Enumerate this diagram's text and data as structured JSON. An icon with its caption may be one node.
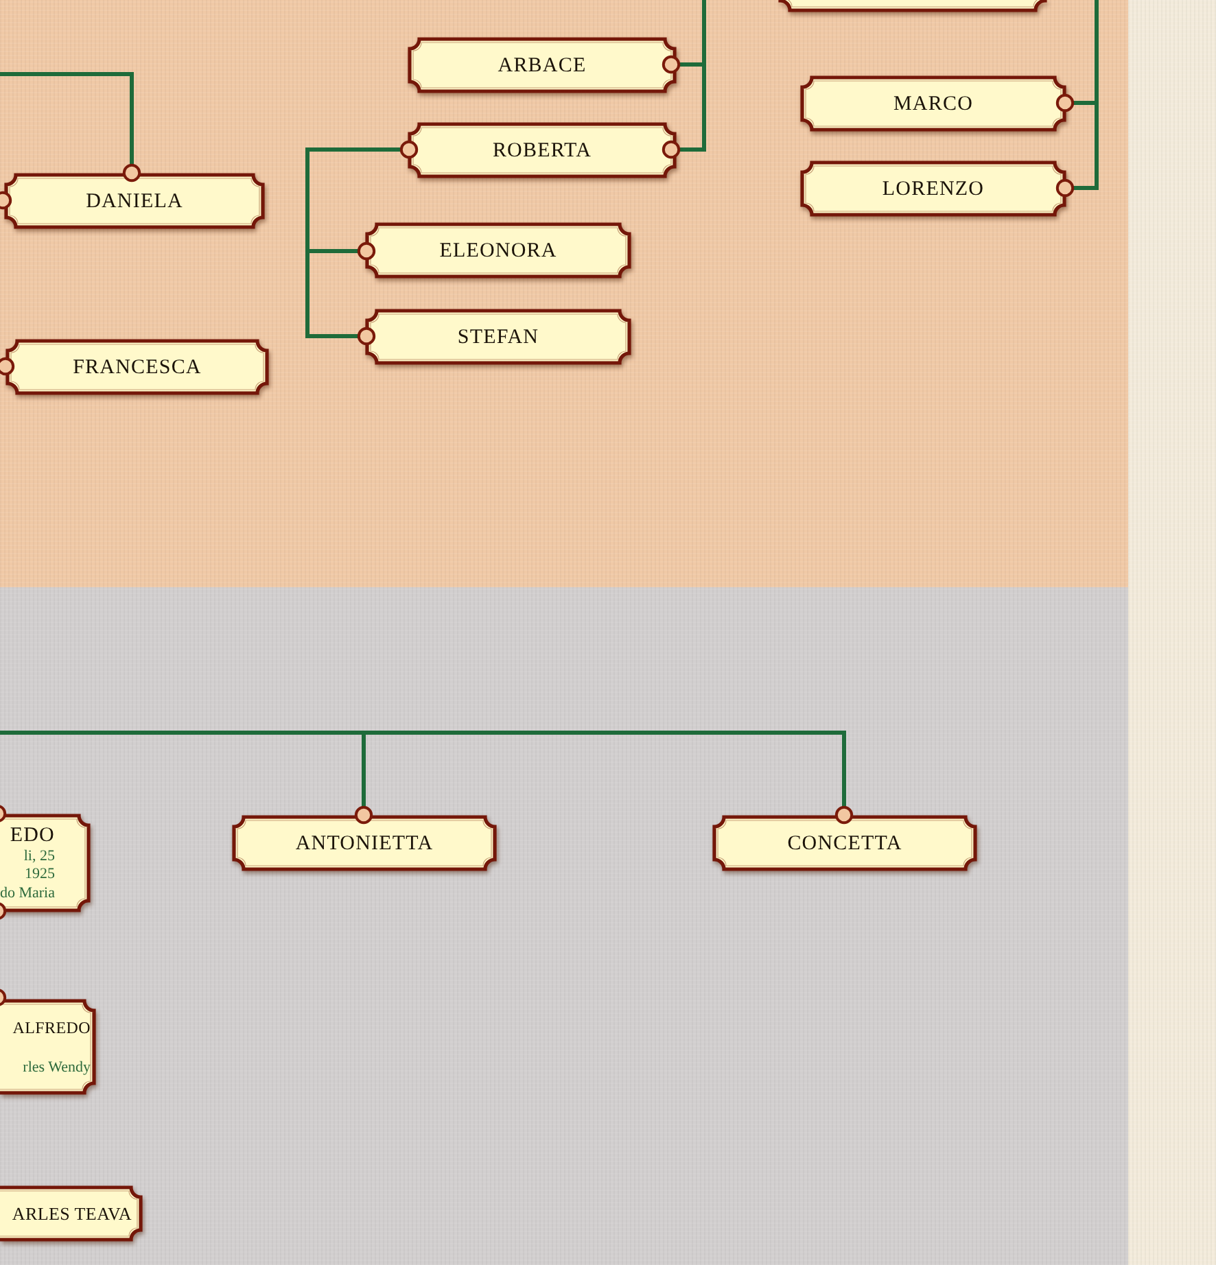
{
  "diagram": {
    "nodes": [
      {
        "text": [],
        "shape": "box"
      },
      {
        "text": [
          "ARBACE"
        ]
      },
      {
        "text": [
          "MARCO"
        ]
      },
      {
        "text": [
          "ROBERTA"
        ]
      },
      {
        "text": [
          "DANIELA"
        ]
      },
      {
        "text": [
          "LORENZO"
        ]
      },
      {
        "text": [
          "ELEONORA"
        ]
      },
      {
        "text": [
          "STEFAN"
        ]
      },
      {
        "text": [
          "FRANCESCA"
        ]
      },
      {
        "text": [
          "EDO",
          "li, 25",
          "1925",
          "do Maria"
        ]
      },
      {
        "text": [
          "ANTONIETTA"
        ]
      },
      {
        "text": [
          "CONCETTA"
        ]
      },
      {
        "text": [
          "ALFREDO",
          "rles Wendy"
        ]
      },
      {
        "text": [
          "ARLES TEAVA"
        ]
      }
    ],
    "edges": [
      {
        "from": null,
        "to": 4,
        "arrow": "none"
      },
      {
        "from": null,
        "to": 1,
        "arrow": "none"
      },
      {
        "from": null,
        "to": 3,
        "arrow": "none"
      },
      {
        "from": 3,
        "to": 6,
        "arrow": "none"
      },
      {
        "from": 3,
        "to": 7,
        "arrow": "none"
      },
      {
        "from": null,
        "to": 2,
        "arrow": "none"
      },
      {
        "from": null,
        "to": 5,
        "arrow": "none"
      },
      {
        "from": null,
        "to": 10,
        "arrow": "none"
      },
      {
        "from": null,
        "to": 11,
        "arrow": "none"
      }
    ]
  }
}
